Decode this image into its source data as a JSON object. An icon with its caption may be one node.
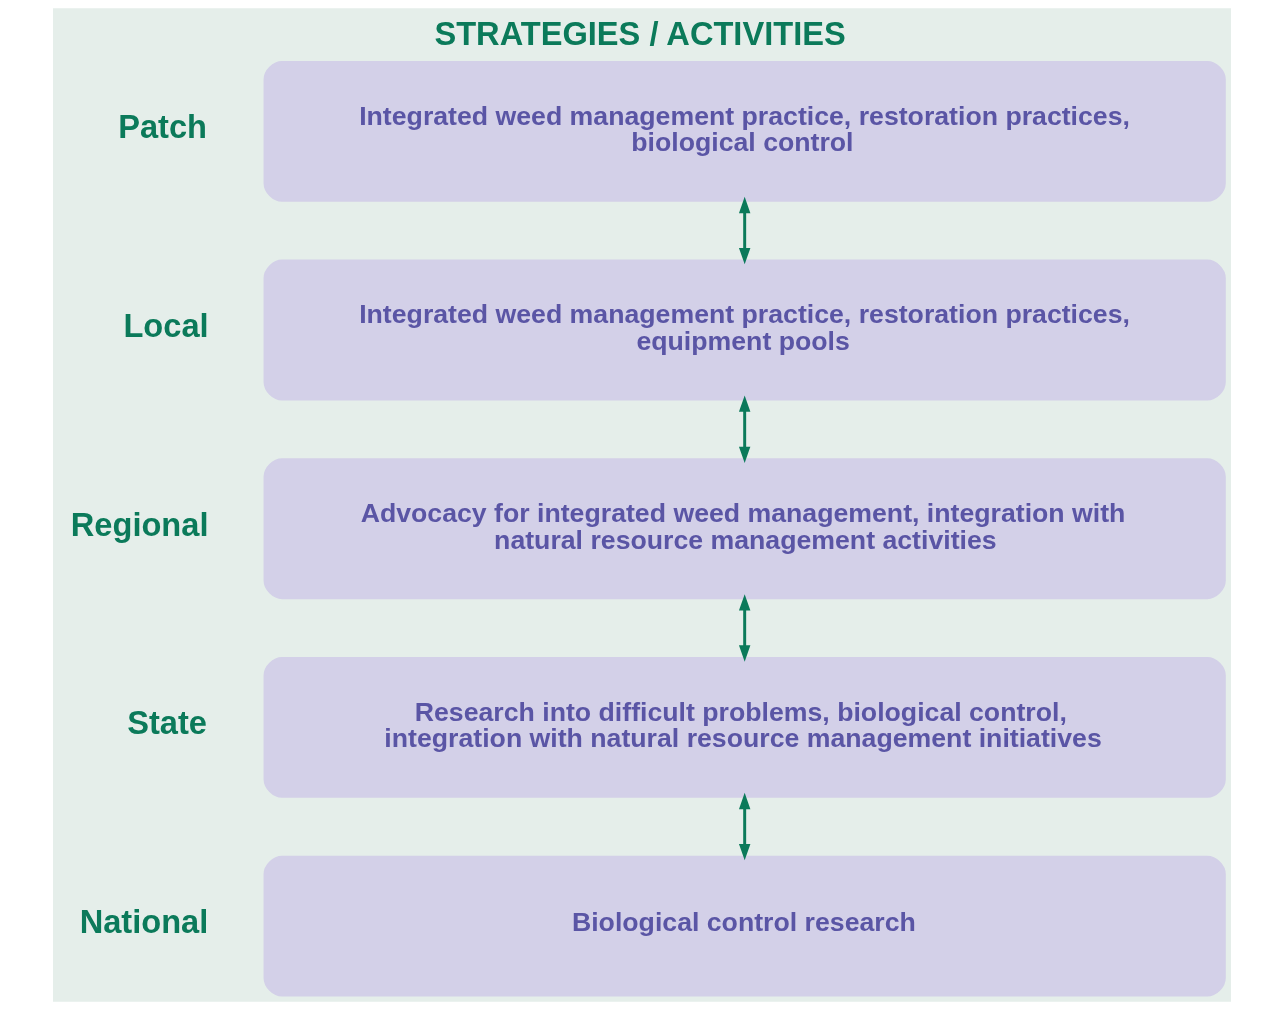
{
  "diagram": {
    "title": "STRATEGIES / ACTIVITIES",
    "nodes": [
      {
        "text": [
          "Integrated weed management practice, restoration practices, biological control"
        ],
        "beside": [
          "Patch"
        ]
      },
      {
        "text": [
          "Integrated weed management practice, restoration practices, equipment pools"
        ],
        "beside": [
          "Local"
        ]
      },
      {
        "text": [
          "Advocacy for integrated weed management, integration with natural resource management activities"
        ],
        "beside": [
          "Regional"
        ]
      },
      {
        "text": [
          "Research into difficult problems, biological control, integration with natural resource management initiatives"
        ],
        "beside": [
          "State"
        ]
      },
      {
        "text": [
          "Biological control research"
        ],
        "beside": [
          "National"
        ]
      }
    ],
    "edges": [
      {
        "from": 0,
        "to": 1,
        "arrow": "both"
      },
      {
        "from": 1,
        "to": 2,
        "arrow": "both"
      },
      {
        "from": 2,
        "to": 3,
        "arrow": "both"
      },
      {
        "from": 3,
        "to": 4,
        "arrow": "both"
      }
    ]
  }
}
